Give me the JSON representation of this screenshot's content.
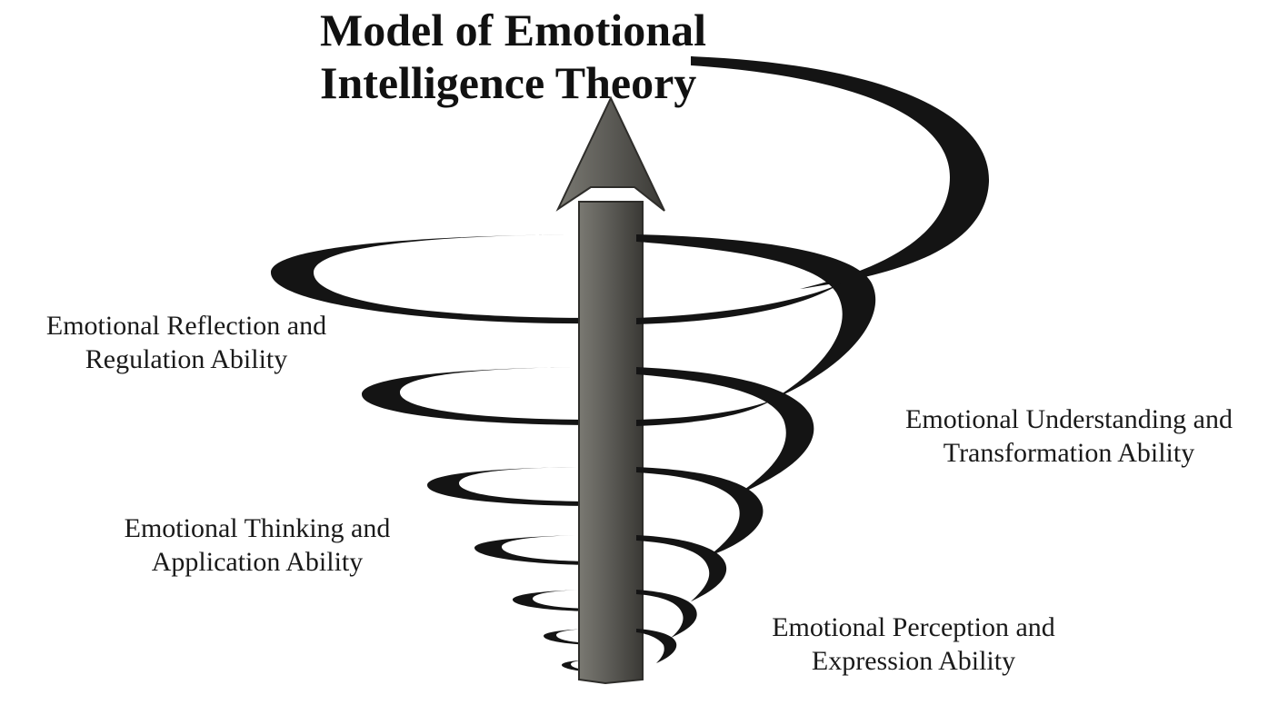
{
  "diagram": {
    "title_line1": "Model of Emotional",
    "title_line2": "Intelligence Theory",
    "labels": [
      {
        "line1": "Emotional Reflection and",
        "line2": "Regulation Ability"
      },
      {
        "line1": "Emotional Understanding and",
        "line2": "Transformation Ability"
      },
      {
        "line1": "Emotional Thinking and",
        "line2": "Application Ability"
      },
      {
        "line1": "Emotional Perception and",
        "line2": "Expression Ability"
      }
    ],
    "colors": {
      "spiral": "#141414",
      "arrow": "#5b5a55",
      "arrow_edge": "#2e2d2a",
      "text": "#111111"
    }
  }
}
